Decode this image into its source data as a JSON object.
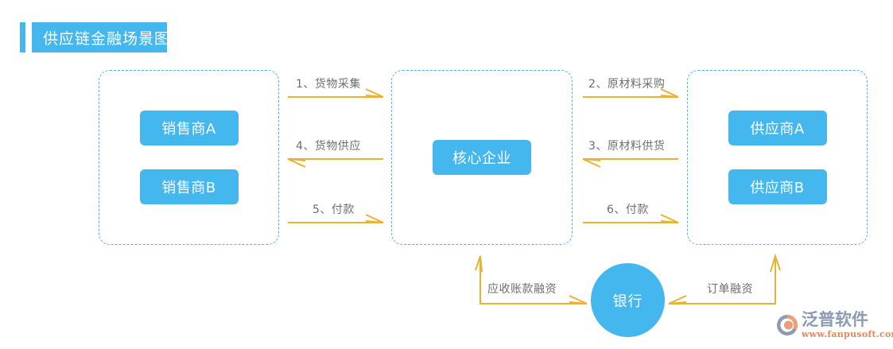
{
  "title": {
    "text": "供应链金融场景图",
    "accent_color": "#45b7ef"
  },
  "colors": {
    "node_blue": "#45b7ef",
    "arrow_gold": "#e9b233",
    "label_gray": "#6e6e6e",
    "dashed_border": "#45b7ef"
  },
  "zones": {
    "left": {
      "name": "销售商",
      "nodes": [
        {
          "label": "销售商A"
        },
        {
          "label": "销售商B"
        }
      ]
    },
    "center": {
      "name": "核心企业",
      "nodes": [
        {
          "label": "核心企业"
        }
      ]
    },
    "right": {
      "name": "供应商",
      "nodes": [
        {
          "label": "供应商A"
        },
        {
          "label": "供应商B"
        }
      ]
    }
  },
  "bank": {
    "label": "银行"
  },
  "flows": [
    {
      "id": "f1",
      "label": "1、货物采集",
      "direction": "right"
    },
    {
      "id": "f4",
      "label": "4、货物供应",
      "direction": "left"
    },
    {
      "id": "f5",
      "label": "5、付款",
      "direction": "right"
    },
    {
      "id": "f2",
      "label": "2、原材料采购",
      "direction": "right"
    },
    {
      "id": "f3",
      "label": "3、原材料供货",
      "direction": "left"
    },
    {
      "id": "f6",
      "label": "6、付款",
      "direction": "right"
    }
  ],
  "finance_flows": [
    {
      "id": "ar",
      "label": "应收账款融资"
    },
    {
      "id": "po",
      "label": "订单融资"
    }
  ],
  "logo": {
    "name": "泛普软件",
    "url": "www.fanpusoft.com"
  }
}
